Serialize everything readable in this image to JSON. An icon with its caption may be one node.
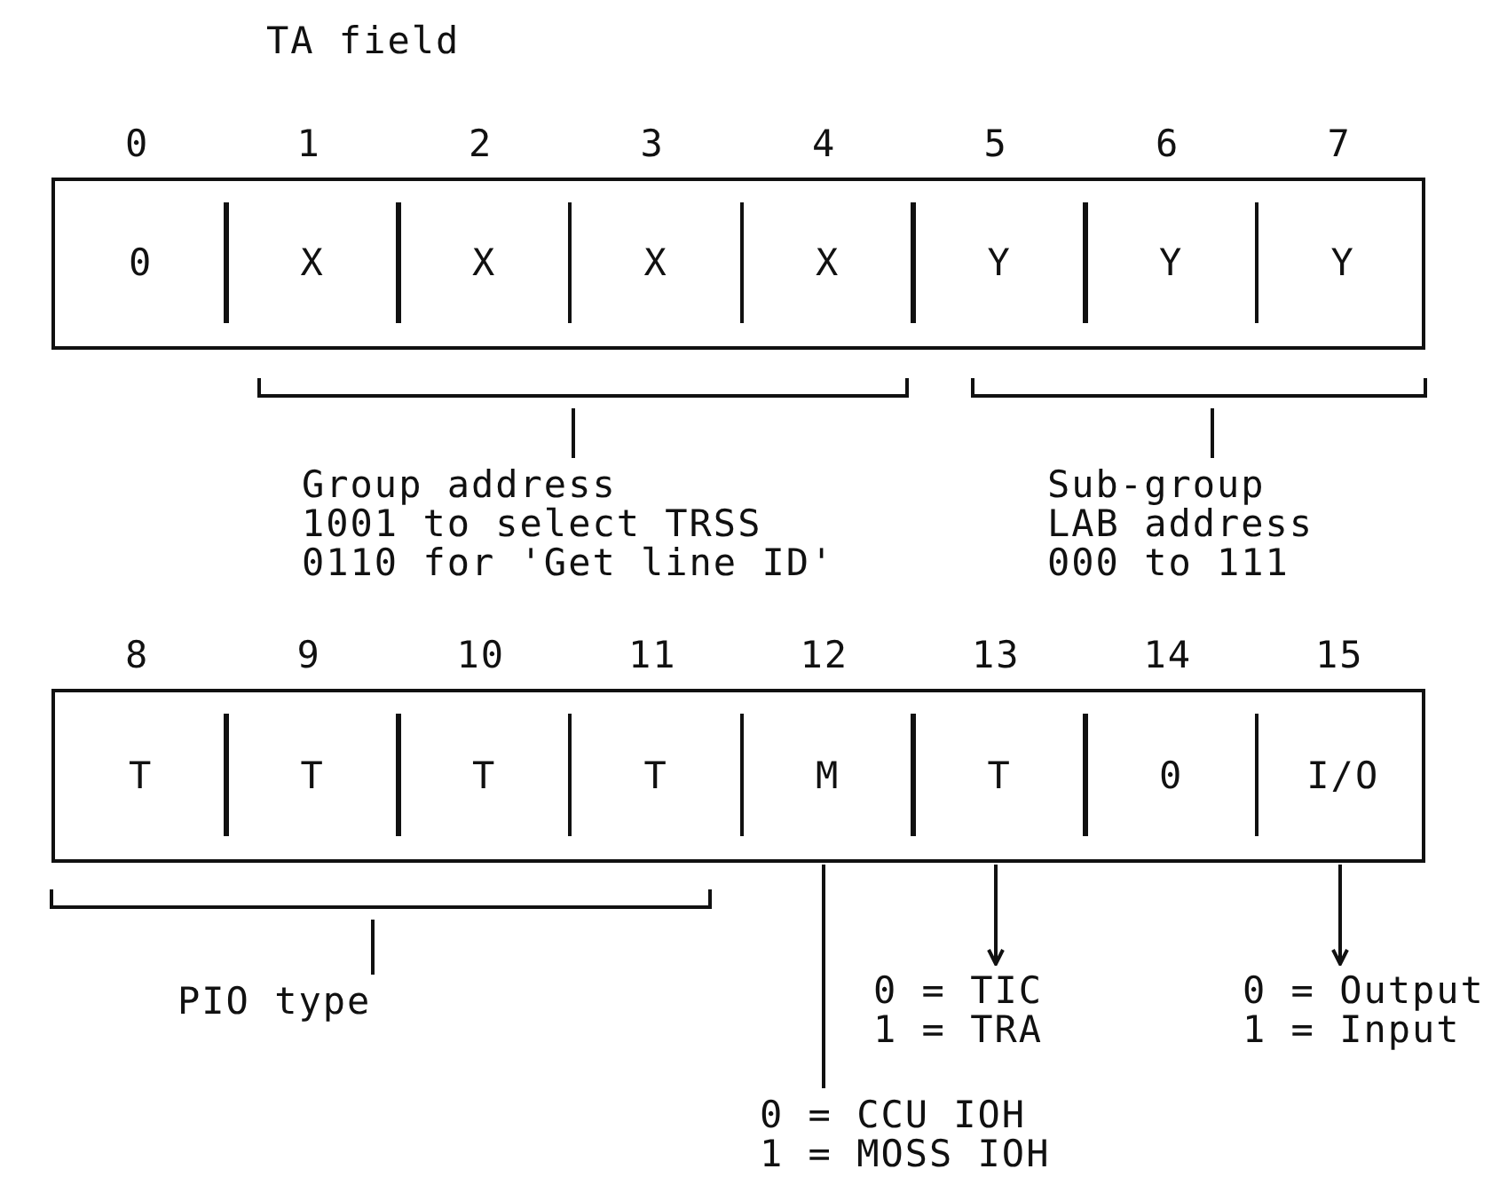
{
  "diagram": {
    "title": "TA field",
    "nodes": [
      {
        "text": [],
        "shape": "box"
      },
      {
        "text": [
          "0"
        ],
        "in": 0,
        "beside": [
          "0"
        ]
      },
      {
        "text": [
          "X"
        ],
        "in": 0,
        "beside": [
          "1"
        ]
      },
      {
        "text": [
          "X"
        ],
        "in": 0,
        "beside": [
          "2"
        ]
      },
      {
        "text": [
          "X"
        ],
        "in": 0,
        "beside": [
          "3"
        ]
      },
      {
        "text": [
          "X"
        ],
        "in": 0,
        "beside": [
          "4"
        ]
      },
      {
        "text": [
          "Y"
        ],
        "in": 0,
        "beside": [
          "5"
        ]
      },
      {
        "text": [
          "Y"
        ],
        "in": 0,
        "beside": [
          "6"
        ]
      },
      {
        "text": [
          "Y"
        ],
        "in": 0,
        "beside": [
          "7"
        ]
      },
      {
        "text": [
          "Group address",
          "1001 to select TRSS",
          "0110 for 'Get line ID'"
        ]
      },
      {
        "text": [
          "Sub-group",
          "LAB address",
          "000 to 111"
        ]
      },
      {
        "text": [],
        "shape": "box"
      },
      {
        "text": [
          "T"
        ],
        "in": 11,
        "beside": [
          "8"
        ]
      },
      {
        "text": [
          "T"
        ],
        "in": 11,
        "beside": [
          "9"
        ]
      },
      {
        "text": [
          "T"
        ],
        "in": 11,
        "beside": [
          "10"
        ]
      },
      {
        "text": [
          "T"
        ],
        "in": 11,
        "beside": [
          "11"
        ]
      },
      {
        "text": [
          "M"
        ],
        "in": 11,
        "beside": [
          "12"
        ]
      },
      {
        "text": [
          "T"
        ],
        "in": 11,
        "beside": [
          "13"
        ]
      },
      {
        "text": [
          "0"
        ],
        "in": 11,
        "beside": [
          "14"
        ]
      },
      {
        "text": [
          "I/O"
        ],
        "in": 11,
        "beside": [
          "15"
        ]
      },
      {
        "text": [
          "PIO type"
        ]
      },
      {
        "text": [
          "0 = TIC",
          "1 = TRA"
        ]
      },
      {
        "text": [
          "0 = Output",
          "1 = Input"
        ]
      },
      {
        "text": [
          "0 = CCU IOH",
          "1 = MOSS IOH"
        ]
      }
    ],
    "edges": [
      {
        "from": 9,
        "to": null,
        "arrow": "none"
      },
      {
        "from": 10,
        "to": null,
        "arrow": "none"
      },
      {
        "from": 20,
        "to": null,
        "arrow": "none"
      },
      {
        "from": 23,
        "to": 16,
        "arrow": "none"
      },
      {
        "from": 17,
        "to": 21,
        "arrow": "to"
      },
      {
        "from": 19,
        "to": 22,
        "arrow": "to"
      }
    ]
  }
}
